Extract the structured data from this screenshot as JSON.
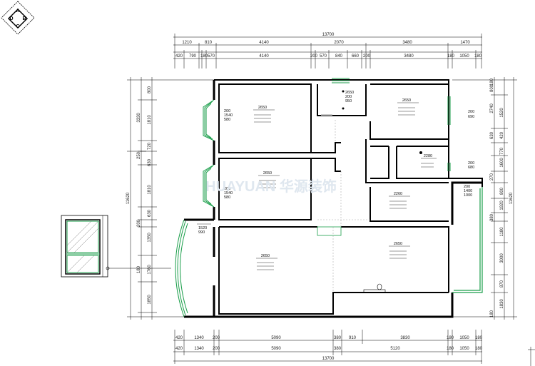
{
  "logo": {
    "letters": [
      "A",
      "D",
      "B",
      "C"
    ]
  },
  "dims": {
    "top_total": "13700",
    "top_row1": [
      "1210",
      "810",
      "4140",
      "2070",
      "3480",
      "1470"
    ],
    "top_row2": [
      "420",
      "790",
      "180",
      "570",
      "4140",
      "200",
      "570",
      "840",
      "660",
      "200",
      "3480",
      "180",
      "1050",
      "180"
    ],
    "bottom_row1": [
      "420",
      "1340",
      "200",
      "5090",
      "380",
      "910",
      "3830",
      "180",
      "1050",
      "180"
    ],
    "bottom_row2": [
      "420",
      "1340",
      "200",
      "5090",
      "380",
      "5120",
      "180",
      "1050",
      "180"
    ],
    "bottom_total": "13700",
    "left_row": [
      "800",
      "3330",
      "1810",
      "720",
      "630",
      "250",
      "1810",
      "630",
      "1350",
      "200",
      "1760",
      "1850",
      "180"
    ],
    "left_total": "11620",
    "right_row": [
      "180",
      "800",
      "2740",
      "1520",
      "420",
      "630",
      "770",
      "1600",
      "270",
      "800",
      "1920",
      "380",
      "1180",
      "3000",
      "870",
      "1830",
      "180"
    ],
    "right_total": "11620"
  },
  "rooms": {
    "r1_h": "2650",
    "r1_vals": [
      "200",
      "1540",
      "580"
    ],
    "r2_h": "2650",
    "r2_vals": [
      "200",
      "1540",
      "580"
    ],
    "r3_h": "2650",
    "r3_vals": [
      "200",
      "690"
    ],
    "r4_h": "2280",
    "r4_vals": [
      "200",
      "680"
    ],
    "r5_h": "2650",
    "r5_vals": [
      "200",
      "950"
    ],
    "r6_h": "2260",
    "r6_vals": [
      "200",
      "1400",
      "1000"
    ],
    "r7_h": "2650",
    "r7_vals": [
      "1520",
      "990"
    ],
    "r8_h": "2650"
  },
  "watermark": "HUAYUAN 华源装饰"
}
